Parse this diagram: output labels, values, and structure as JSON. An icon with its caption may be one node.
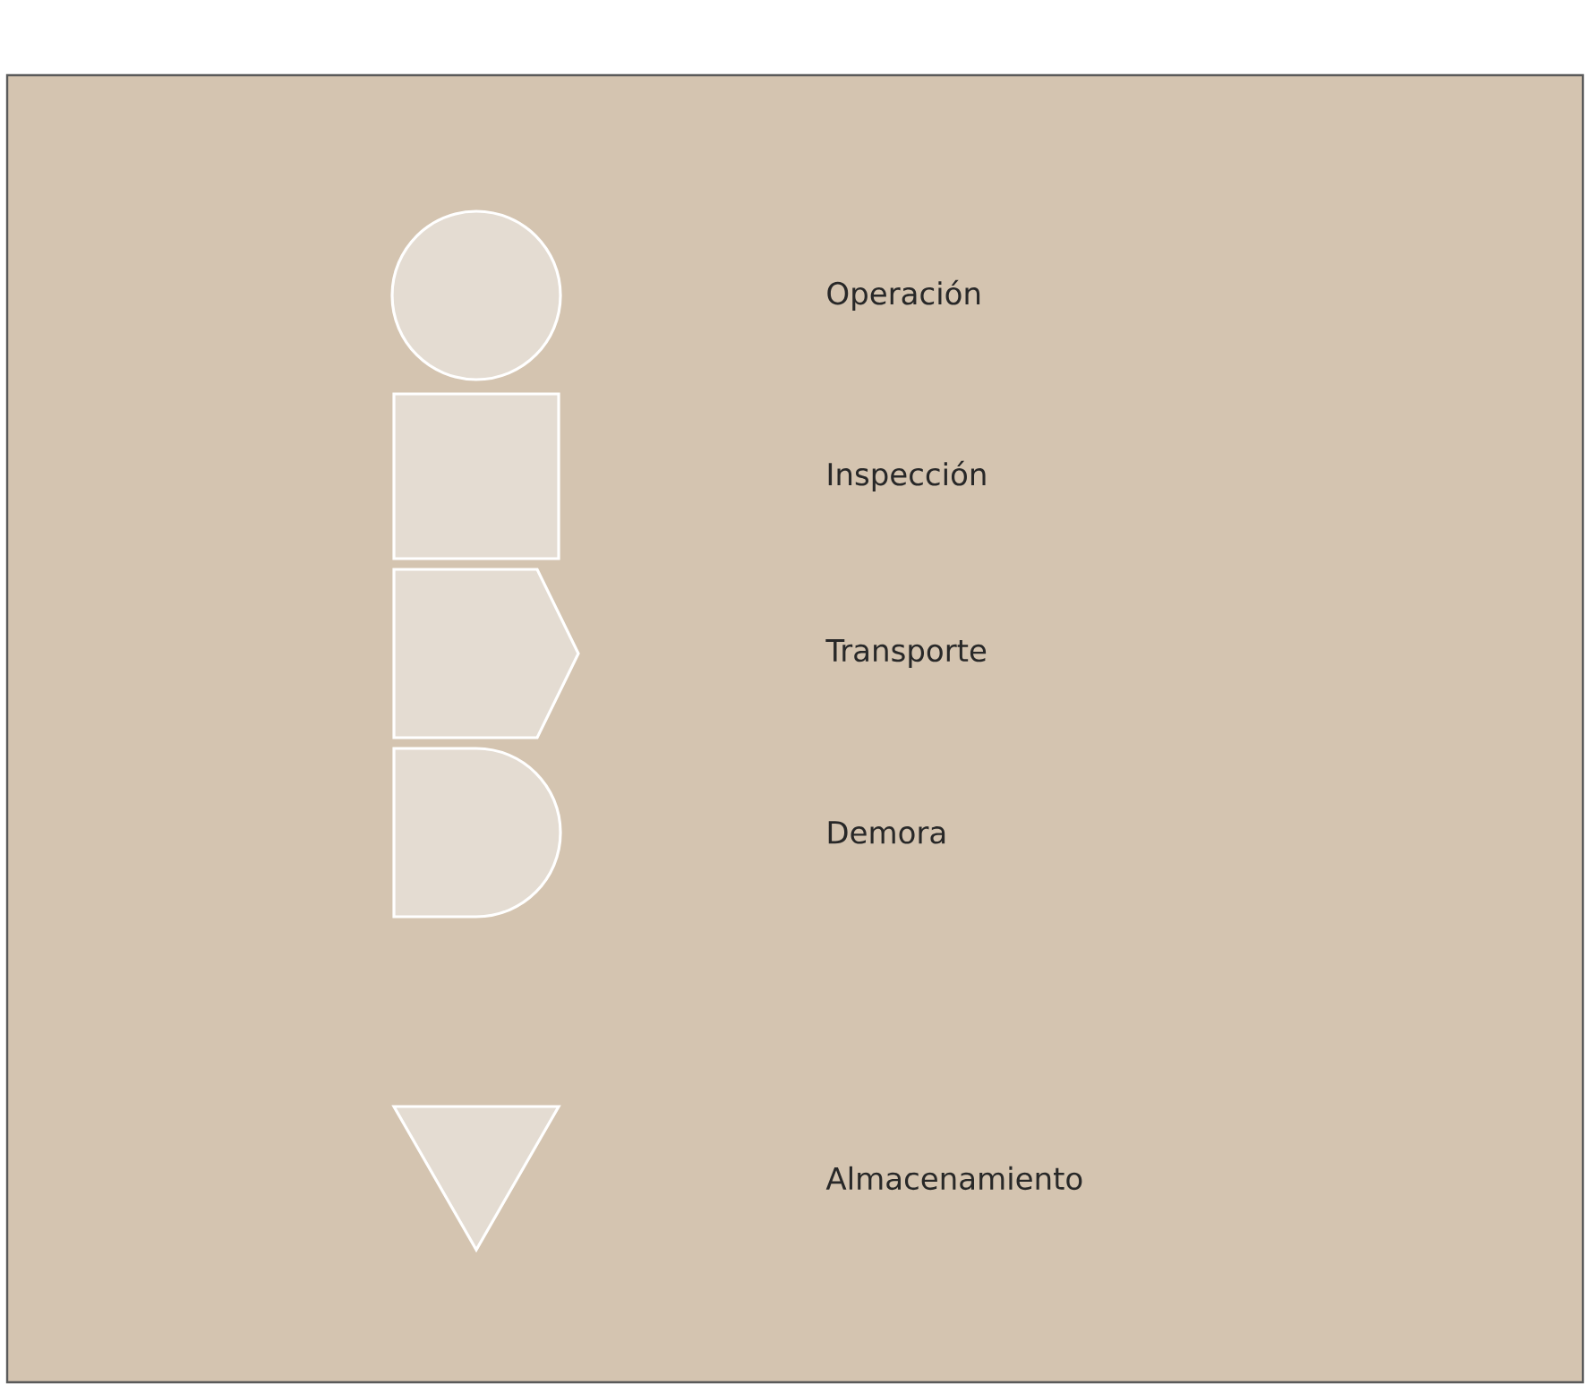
{
  "diagram": {
    "nodes": [
      {
        "text": [],
        "shape": "circle"
      },
      {
        "text": [],
        "shape": "square"
      },
      {
        "text": [],
        "shape": "pentagon"
      },
      {
        "text": [],
        "shape": "d-shape"
      },
      {
        "text": [],
        "shape": "triangle"
      }
    ],
    "labels": [
      "Operación",
      "Inspección",
      "Transporte",
      "Demora",
      "Almacenamiento"
    ]
  }
}
